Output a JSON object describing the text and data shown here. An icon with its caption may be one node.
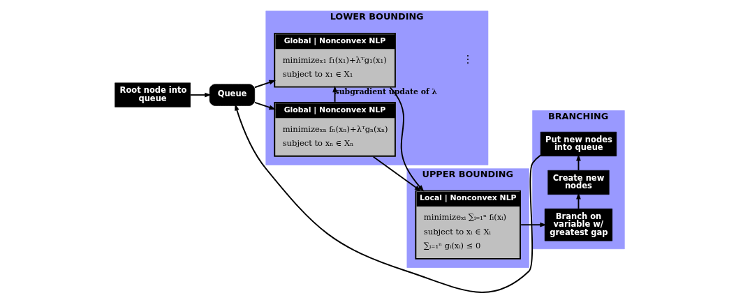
{
  "diagram": {
    "nodes": [
      {
        "text": [
          "Root node into queue"
        ]
      },
      {
        "text": [
          "Queue"
        ]
      },
      {
        "text": [
          "LOWER BOUNDING"
        ]
      },
      {
        "text": [
          "Global | Nonconvex NLP",
          "minimizeₓ₁ f₁(x₁)+λᵀg₁(x₁)",
          "subject to x₁ ∈ X₁"
        ],
        "in": 2
      },
      {
        "text": [
          "Global | Nonconvex NLP",
          "minimizeₓₙ fₙ(xₙ)+λᵀgₙ(xₙ)",
          "subject to xₙ ∈ Xₙ"
        ],
        "in": 2
      },
      {
        "text": [
          "UPPER BOUNDING"
        ]
      },
      {
        "text": [
          "Local | Nonconvex NLP",
          "minimizeₓᵢ ∑ᵢ₌₁ⁿ fᵢ(xᵢ)",
          "subject to xᵢ ∈ Xᵢ",
          "∑ᵢ₌₁ⁿ gᵢ(xᵢ) ≤ 0"
        ],
        "in": 5
      },
      {
        "text": [
          "BRANCHING"
        ]
      },
      {
        "text": [
          "Branch on variable w/ greatest gap"
        ],
        "in": 7
      },
      {
        "text": [
          "Create new nodes"
        ],
        "in": 7
      },
      {
        "text": [
          "Put new nodes into queue"
        ],
        "in": 7
      }
    ],
    "edges": [
      {
        "from": 0,
        "to": 1,
        "arrow": "to"
      },
      {
        "from": 1,
        "to": 3,
        "arrow": "to"
      },
      {
        "from": 1,
        "to": 4,
        "arrow": "to"
      },
      {
        "from": 3,
        "to": 6,
        "arrow": "to"
      },
      {
        "from": 4,
        "to": 6,
        "arrow": "to"
      },
      {
        "from": 4,
        "to": 3,
        "arrow": "to",
        "label": "subgradient update of λ"
      },
      {
        "from": 6,
        "to": 8,
        "arrow": "to"
      },
      {
        "from": 8,
        "to": 9,
        "arrow": "to"
      },
      {
        "from": 9,
        "to": 10,
        "arrow": "to"
      },
      {
        "from": 10,
        "to": 1,
        "arrow": "to"
      }
    ],
    "labels": [
      "⋮"
    ]
  }
}
